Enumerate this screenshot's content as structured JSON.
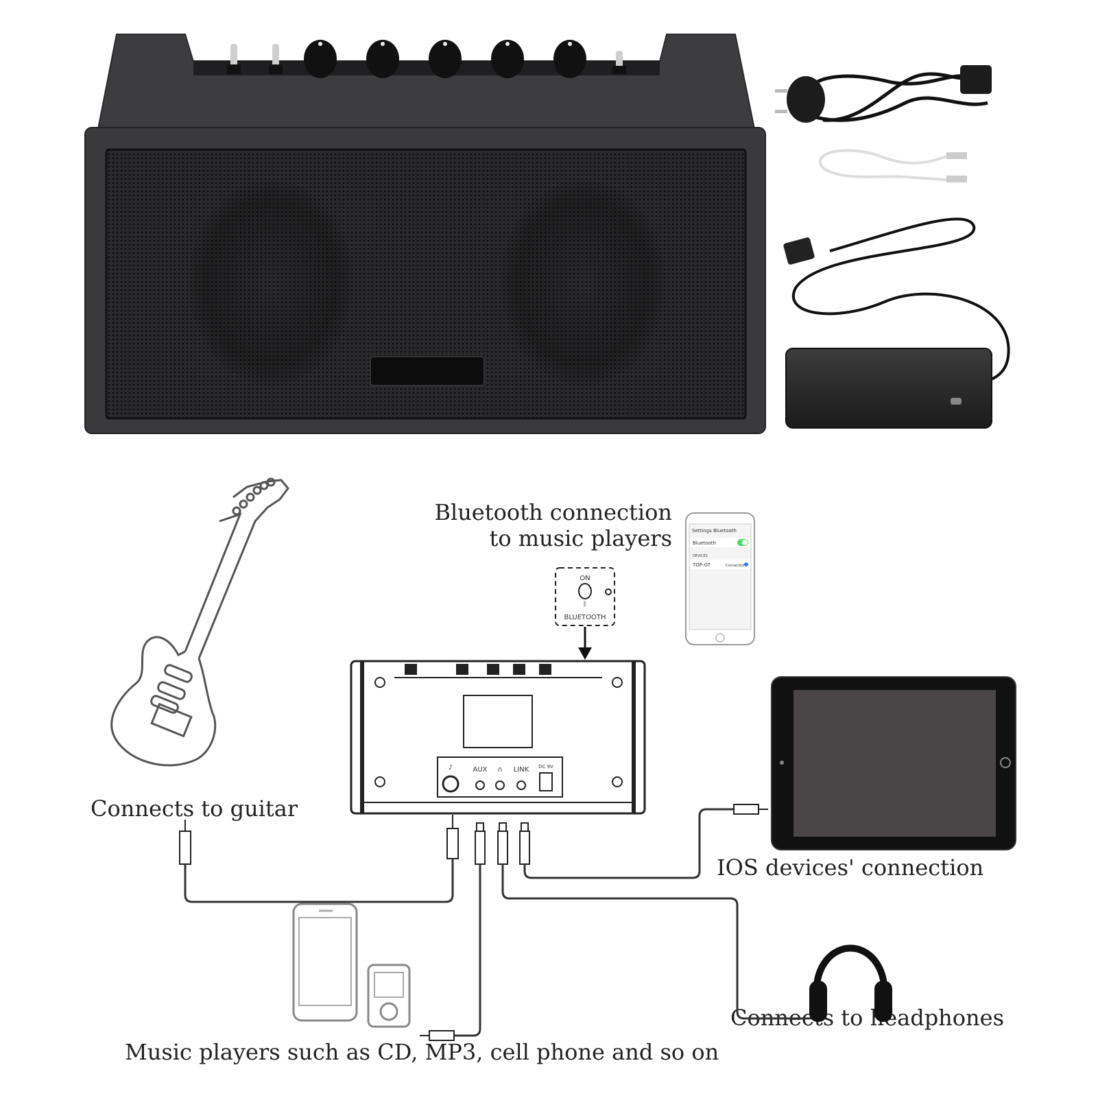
{
  "labels": {
    "bluetooth_line1": "Bluetooth connection",
    "bluetooth_line2": "to music players",
    "guitar": "Connects to guitar",
    "ios": "IOS devices' connection",
    "headphones": "Connects to headphones",
    "music_players": "Music players such as CD, MP3, cell phone and so on"
  },
  "bluetooth_panel": {
    "on": "ON",
    "name": "BLUETOOTH"
  },
  "amp_rear_panel": {
    "aux": "AUX",
    "link": "LINK",
    "dc": "DC 9V"
  },
  "phone_screen": {
    "back": "Settings",
    "title": "Bluetooth",
    "row": "Bluetooth",
    "section": "DEVICES",
    "device": "TOP-GT",
    "status": "Connected"
  },
  "colors": {
    "amp_body": "#3a3a3c",
    "grille": "#1c1c1e",
    "line": "#333333",
    "tablet_screen": "#4a4647"
  }
}
